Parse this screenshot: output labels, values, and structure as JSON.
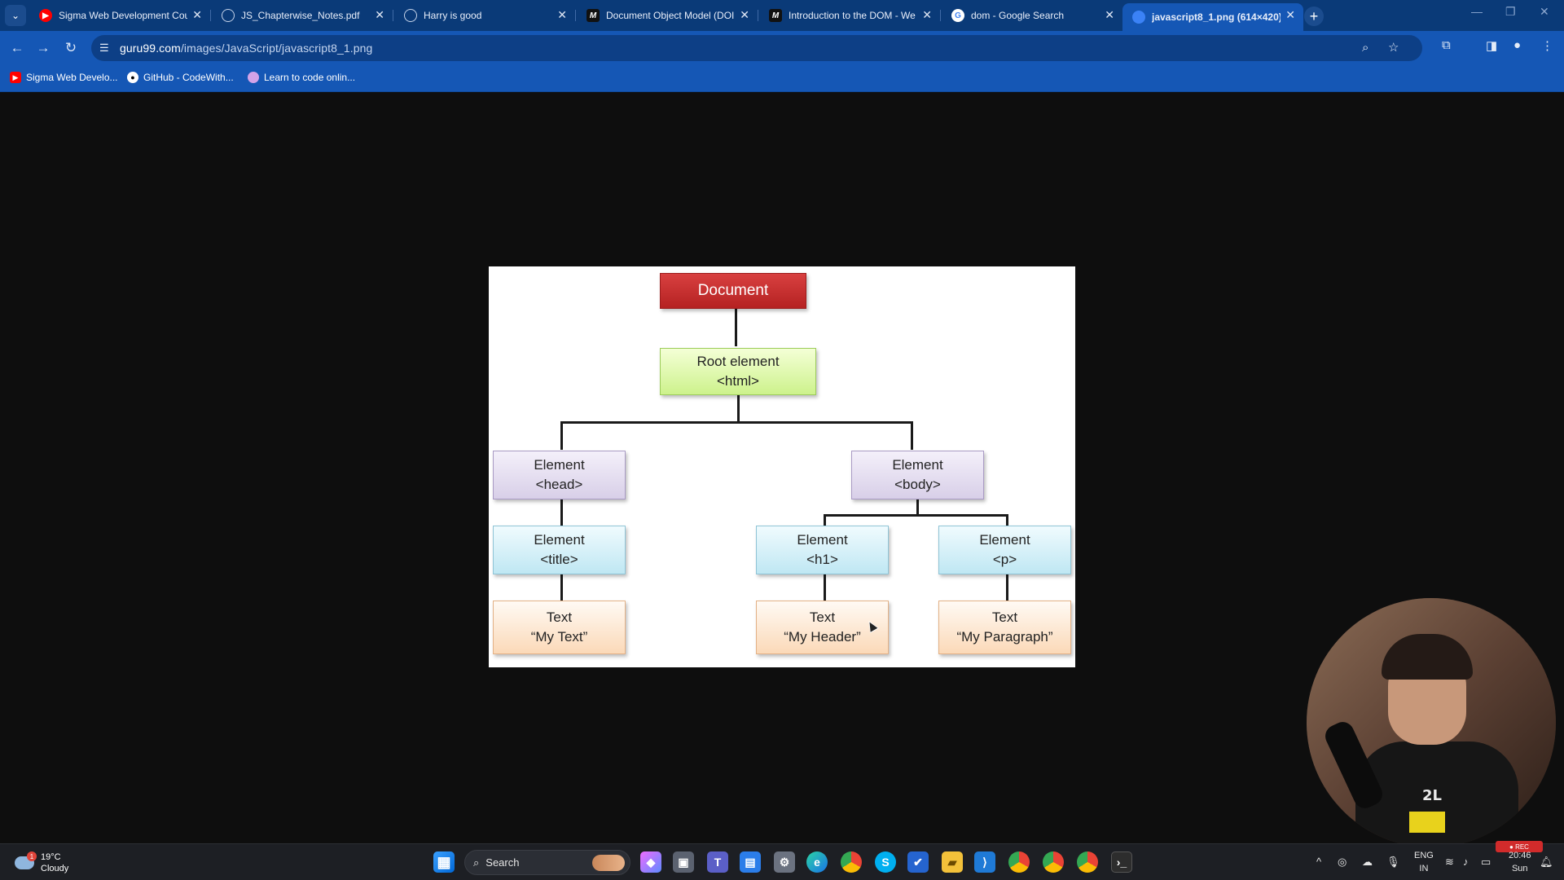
{
  "browser": {
    "tabs": [
      {
        "title": "Sigma Web Development Cou",
        "favicon": "youtube-icon",
        "color": "#ff0000"
      },
      {
        "title": "JS_Chapterwise_Notes.pdf",
        "favicon": "globe-icon",
        "color": "#8aa6cf"
      },
      {
        "title": "Harry is good",
        "favicon": "globe-icon",
        "color": "#8aa6cf"
      },
      {
        "title": "Document Object Model (DOI",
        "favicon": "medium-icon",
        "color": "#222222"
      },
      {
        "title": "Introduction to the DOM - We",
        "favicon": "medium-icon",
        "color": "#222222"
      },
      {
        "title": "dom - Google Search",
        "favicon": "google-icon",
        "color": "#ffffff"
      },
      {
        "title": "javascript8_1.png (614×420)",
        "favicon": "image-icon",
        "color": "#3b82f6",
        "active": true
      }
    ],
    "url_host": "guru99.com",
    "url_path": "/images/JavaScript/javascript8_1.png",
    "bookmarks": [
      {
        "label": "Sigma Web Develo...",
        "icon": "youtube-icon",
        "color": "#ff0000"
      },
      {
        "label": "GitHub - CodeWith...",
        "icon": "github-icon",
        "color": "#ffffff"
      },
      {
        "label": "Learn to code onlin...",
        "icon": "globe-icon",
        "color": "#d4a3e8"
      }
    ]
  },
  "dom_tree": {
    "document": "Document",
    "root": {
      "line1": "Root element",
      "line2": "<html>"
    },
    "head": {
      "line1": "Element",
      "line2": "<head>"
    },
    "body": {
      "line1": "Element",
      "line2": "<body>"
    },
    "title": {
      "line1": "Element",
      "line2": "<title>"
    },
    "h1": {
      "line1": "Element",
      "line2": "<h1>"
    },
    "p": {
      "line1": "Element",
      "line2": "<p>"
    },
    "text_title": {
      "line1": "Text",
      "line2": "“My Text”"
    },
    "text_h1": {
      "line1": "Text",
      "line2": "“My Header”"
    },
    "text_p": {
      "line1": "Text",
      "line2": "“My Paragraph”"
    }
  },
  "webcam": {
    "shirt_text": "2L"
  },
  "taskbar": {
    "weather_temp": "19°C",
    "weather_desc": "Cloudy",
    "weather_badge": "1",
    "search_label": "Search",
    "lang_line1": "ENG",
    "lang_line2": "IN",
    "time": "20:46",
    "day": "Sun"
  }
}
